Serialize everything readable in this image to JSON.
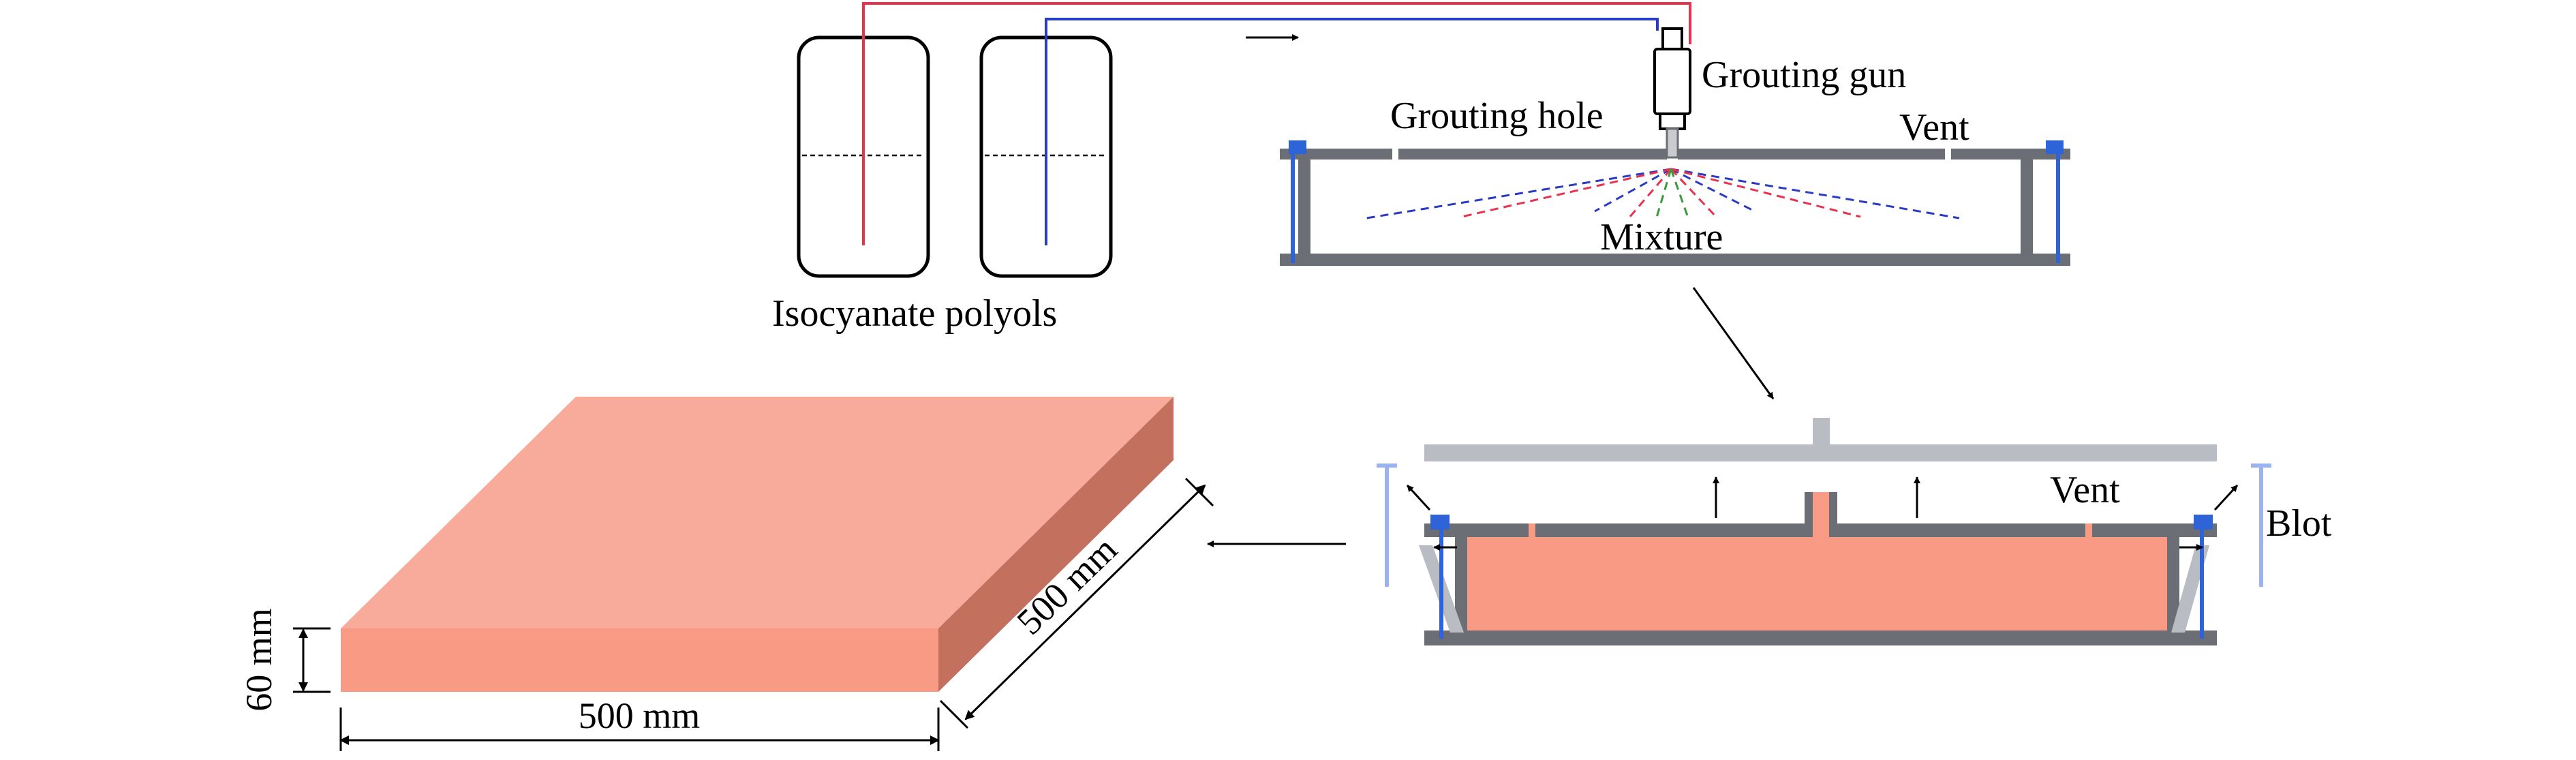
{
  "labels": {
    "grouting_gun": "Grouting gun",
    "grouting_hole": "Grouting hole",
    "vent_top": "Vent",
    "mixture": "Mixture",
    "isocyanate_polyols": "Isocyanate polyols",
    "vent_bottom": "Vent",
    "blot": "Blot",
    "dim_width": "500 mm",
    "dim_depth": "500 mm",
    "dim_height": "60 mm"
  },
  "colors": {
    "isocyanate_line": "#e8324e",
    "polyol_line": "#2a3cc4",
    "mold_gray": "#6b6e74",
    "lid_gray": "#b9bcc2",
    "clamp_blue": "#2f63d8",
    "bolt_blue": "#9bb4f0",
    "foam": "#f99a85",
    "slab_top": "#f8ab9a",
    "slab_front": "#f99a85",
    "slab_side": "#c4705f",
    "spray_green": "#3a9a3a"
  }
}
